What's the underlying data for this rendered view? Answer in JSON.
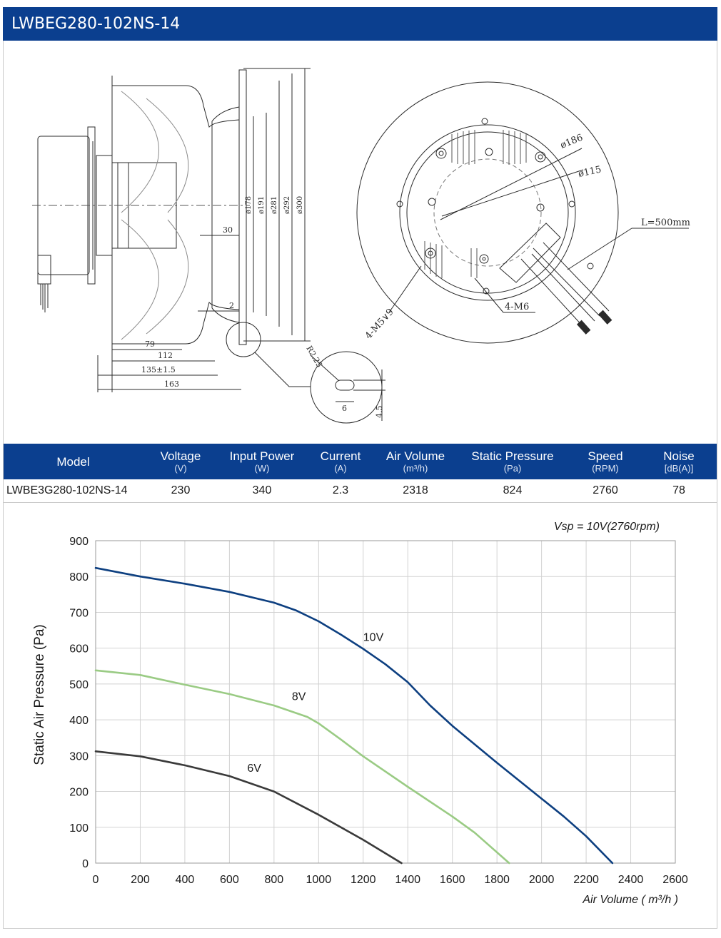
{
  "header": {
    "title": "LWBEG280-102NS-14"
  },
  "drawing": {
    "side_labels": [
      "ø178",
      "ø191",
      "ø281",
      "ø292",
      "ø300"
    ],
    "dims": {
      "d30": "30",
      "d2": "2",
      "d79": "79",
      "d112": "112",
      "d135": "135±1.5",
      "d163": "163"
    },
    "detail": {
      "radius": "R2.25",
      "width": "6",
      "height": "4.5"
    },
    "front": {
      "d186": "ø186",
      "d115": "ø115",
      "cable": "L=500mm",
      "m6": "4-M6",
      "m5": "4-M5∨9"
    }
  },
  "specs": {
    "headers": [
      {
        "label": "Model",
        "unit": ""
      },
      {
        "label": "Voltage",
        "unit": "(V)"
      },
      {
        "label": "Input Power",
        "unit": "(W)"
      },
      {
        "label": "Current",
        "unit": "(A)"
      },
      {
        "label": "Air Volume",
        "unit": "(m³/h)"
      },
      {
        "label": "Static Pressure",
        "unit": "(Pa)"
      },
      {
        "label": "Speed",
        "unit": "(RPM)"
      },
      {
        "label": "Noise",
        "unit": "[dB(A)]"
      }
    ],
    "row": [
      "LWBE3G280-102NS-14",
      "230",
      "340",
      "2.3",
      "2318",
      "824",
      "2760",
      "78"
    ]
  },
  "chart_data": {
    "type": "line",
    "title": "",
    "annotation": "Vsp = 10V(2760rpm)",
    "xlabel": "Air Volume ( m³/h )",
    "ylabel": "Static Air Pressure  (Pa)",
    "xlim": [
      0,
      2600
    ],
    "ylim": [
      0,
      900
    ],
    "xticks": [
      0,
      200,
      400,
      600,
      800,
      1000,
      1200,
      1400,
      1600,
      1800,
      2000,
      2200,
      2400,
      2600
    ],
    "yticks": [
      0,
      100,
      200,
      300,
      400,
      500,
      600,
      700,
      800,
      900
    ],
    "grid": true,
    "series": [
      {
        "name": "10V",
        "color": "#0d3f80",
        "x": [
          0,
          200,
          400,
          600,
          800,
          900,
          1000,
          1100,
          1200,
          1300,
          1400,
          1500,
          1600,
          1800,
          2000,
          2100,
          2200,
          2318
        ],
        "y": [
          824,
          800,
          780,
          757,
          727,
          705,
          675,
          638,
          598,
          555,
          505,
          440,
          383,
          280,
          180,
          130,
          75,
          0
        ]
      },
      {
        "name": "8V",
        "color": "#9acb84",
        "x": [
          0,
          200,
          400,
          600,
          800,
          950,
          1000,
          1100,
          1200,
          1400,
          1600,
          1700,
          1855
        ],
        "y": [
          538,
          525,
          498,
          472,
          440,
          408,
          390,
          345,
          298,
          213,
          130,
          85,
          0
        ]
      },
      {
        "name": "6V",
        "color": "#3a3a3a",
        "x": [
          0,
          200,
          400,
          600,
          800,
          1000,
          1200,
          1372
        ],
        "y": [
          312,
          298,
          273,
          243,
          200,
          135,
          65,
          0
        ]
      }
    ]
  }
}
